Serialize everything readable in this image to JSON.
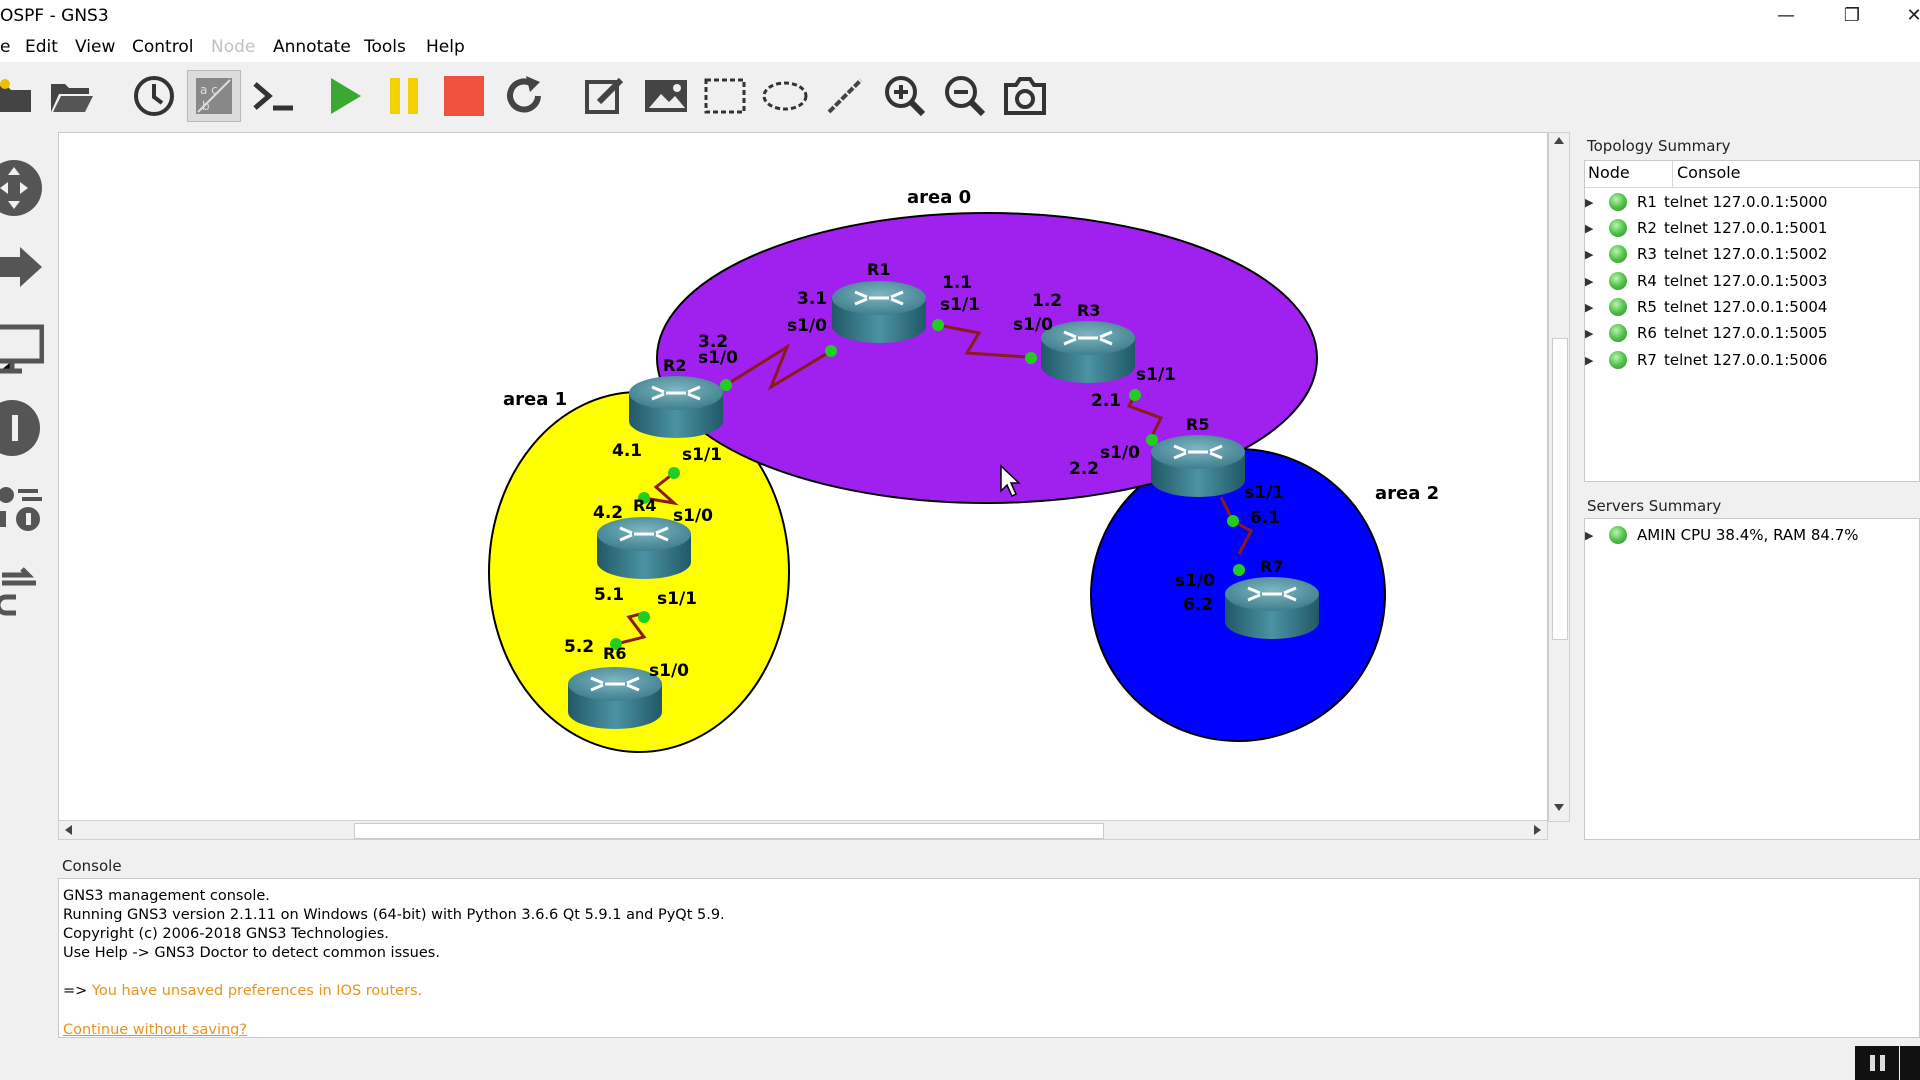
{
  "window": {
    "title": "OSPF - GNS3",
    "minimize": "—",
    "restore": "❐",
    "close": "✕"
  },
  "menu": [
    {
      "label": "e",
      "enabled": true
    },
    {
      "label": "Edit",
      "enabled": true
    },
    {
      "label": "View",
      "enabled": true
    },
    {
      "label": "Control",
      "enabled": true
    },
    {
      "label": "Node",
      "enabled": false
    },
    {
      "label": "Annotate",
      "enabled": true
    },
    {
      "label": "Tools",
      "enabled": true
    },
    {
      "label": "Help",
      "enabled": true
    }
  ],
  "toolbar": [
    "new-project",
    "open-project",
    "snapshot",
    "show-interface-labels",
    "console-all",
    "start-all",
    "suspend-all",
    "stop-all",
    "reload-all",
    "add-note",
    "insert-image",
    "draw-rectangle",
    "draw-ellipse",
    "draw-line",
    "zoom-in",
    "zoom-out",
    "screenshot"
  ],
  "leftbar": [
    "routers-icon",
    "switches-icon",
    "end-devices-icon",
    "security-devices-icon",
    "all-devices-icon",
    "add-link-icon"
  ],
  "topology": {
    "areas": {
      "area0": "area 0",
      "area1": "area 1",
      "area2": "area 2"
    },
    "colors": {
      "area0": "#a020f0",
      "area1": "#ffff00",
      "area2": "#0000ff",
      "link": "#8b1a1a",
      "port": "#22cc22"
    },
    "routers": {
      "R1": "R1",
      "R2": "R2",
      "R3": "R3",
      "R4": "R4",
      "R5": "R5",
      "R6": "R6",
      "R7": "R7"
    },
    "labels": {
      "r1_r2_r1side_ip": "3.1",
      "r1_r2_r1side_if": "s1/0",
      "r1_r2_r2side_ip": "3.2",
      "r1_r2_r2side_if": "s1/0",
      "r1_r3_r1side_ip": "1.1",
      "r1_r3_r1side_if": "s1/1",
      "r1_r3_r3side_ip": "1.2",
      "r1_r3_r3side_if": "s1/0",
      "r3_r5_r3side_if": "s1/1",
      "r3_r5_r3side_ip": "2.1",
      "r3_r5_r5side_ip": "2.2",
      "r3_r5_r5side_if": "s1/0",
      "r2_r4_r2side_ip": "4.1",
      "r2_r4_r2side_if": "s1/1",
      "r2_r4_r4side_ip": "4.2",
      "r2_r4_r4side_if": "s1/0",
      "r4_r6_r4side_ip": "5.1",
      "r4_r6_r4side_if": "s1/1",
      "r4_r6_r6side_ip": "5.2",
      "r4_r6_r6side_if": "s1/0",
      "r5_r7_r5side_if": "s1/1",
      "r5_r7_r5side_ip": "6.1",
      "r5_r7_r7side_if": "s1/0",
      "r5_r7_r7side_ip": "6.2"
    }
  },
  "topology_summary": {
    "title": "Topology Summary",
    "columns": [
      "Node",
      "Console"
    ],
    "rows": [
      {
        "node": "R1",
        "console": "telnet 127.0.0.1:5000"
      },
      {
        "node": "R2",
        "console": "telnet 127.0.0.1:5001"
      },
      {
        "node": "R3",
        "console": "telnet 127.0.0.1:5002"
      },
      {
        "node": "R4",
        "console": "telnet 127.0.0.1:5003"
      },
      {
        "node": "R5",
        "console": "telnet 127.0.0.1:5004"
      },
      {
        "node": "R6",
        "console": "telnet 127.0.0.1:5005"
      },
      {
        "node": "R7",
        "console": "telnet 127.0.0.1:5006"
      }
    ]
  },
  "servers_summary": {
    "title": "Servers Summary",
    "rows": [
      {
        "server": "AMIN CPU 38.4%, RAM 84.7%"
      }
    ]
  },
  "console": {
    "title": "Console",
    "lines": [
      "GNS3 management console.",
      "Running GNS3 version 2.1.11 on Windows (64-bit) with Python 3.6.6 Qt 5.9.1 and PyQt 5.9.",
      "Copyright (c) 2006-2018 GNS3 Technologies.",
      "Use Help -> GNS3 Doctor to detect common issues."
    ],
    "prompt": "=>",
    "warning": "You have unsaved preferences in IOS routers.",
    "warning_color": "#e8931e",
    "link": "Continue without saving?"
  }
}
